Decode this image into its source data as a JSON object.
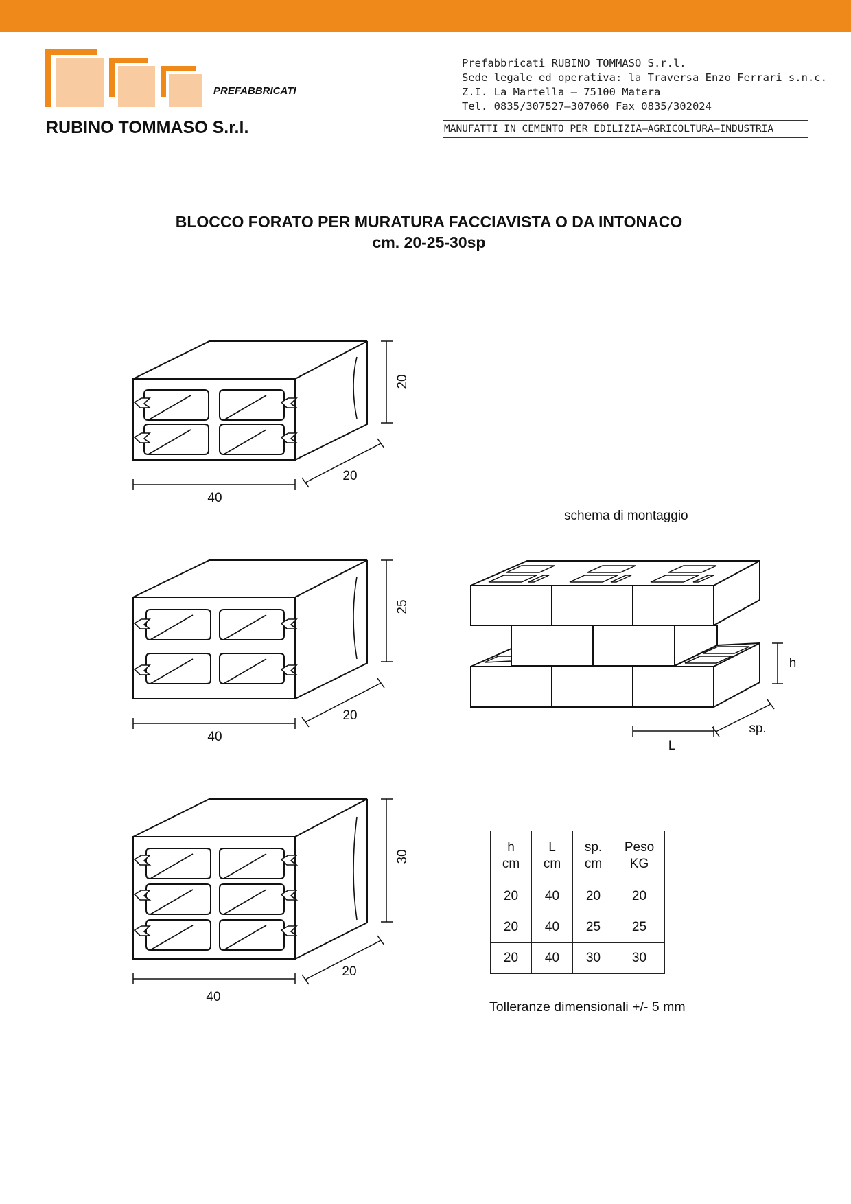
{
  "header": {
    "logo_tag": "PREFABBRICATI",
    "company_name": "RUBINO TOMMASO S.r.l.",
    "address_lines": [
      "Prefabbricati RUBINO TOMMASO S.r.l.",
      "Sede legale ed operativa: la Traversa Enzo Ferrari s.n.c.",
      "Z.I. La Martella — 75100 Matera",
      "Tel. 0835/307527—307060  Fax 0835/302024"
    ],
    "tagline": "MANUFATTI IN CEMENTO PER EDILIZIA—AGRICOLTURA—INDUSTRIA",
    "brand_color": "#ef8a1a",
    "logo_fill": "#f8cba0"
  },
  "title": {
    "line1": "BLOCCO FORATO PER MURATURA FACCIAVISTA O DA INTONACO",
    "line2": "cm. 20-25-30sp"
  },
  "blocks": [
    {
      "height_label": "20",
      "depth_label": "20",
      "width_label": "40"
    },
    {
      "height_label": "25",
      "depth_label": "20",
      "width_label": "40"
    },
    {
      "height_label": "30",
      "depth_label": "20",
      "width_label": "40"
    }
  ],
  "montage": {
    "label": "schema di montaggio",
    "h_label": "h",
    "sp_label": "sp.",
    "l_label": "L"
  },
  "table": {
    "headers": [
      [
        "h",
        "cm"
      ],
      [
        "L",
        "cm"
      ],
      [
        "sp.",
        "cm"
      ],
      [
        "Peso",
        "KG"
      ]
    ],
    "rows": [
      [
        "20",
        "40",
        "20",
        "20"
      ],
      [
        "20",
        "40",
        "25",
        "25"
      ],
      [
        "20",
        "40",
        "30",
        "30"
      ]
    ]
  },
  "tolerance": "Tolleranze dimensionali +/- 5 mm"
}
